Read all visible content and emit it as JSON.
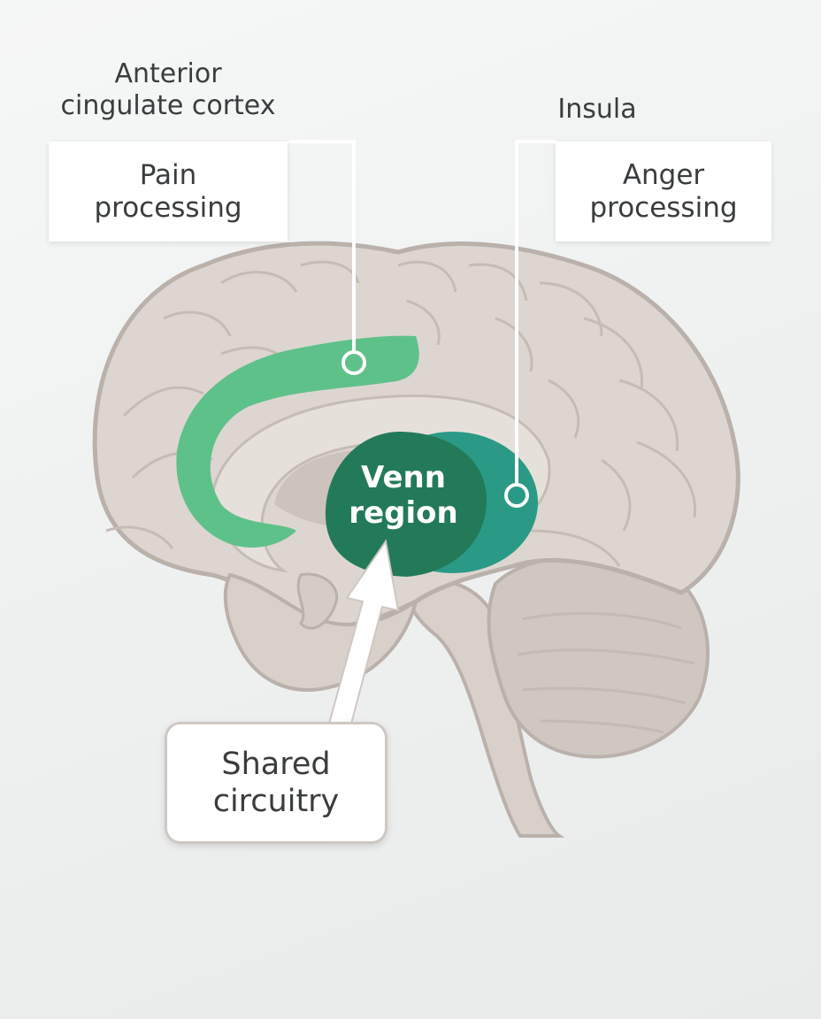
{
  "labels": {
    "acc_heading": "Anterior\ncingulate cortex",
    "insula_heading": "Insula",
    "pain_box": "Pain\nprocessing",
    "anger_box": "Anger\nprocessing",
    "venn": "Venn\nregion",
    "shared": "Shared\ncircuitry"
  },
  "colors": {
    "background": "#eef0f0",
    "brain_fill": "#ddd6d0",
    "brain_outline": "#b9b1aa",
    "acc_region": "#5fc18a",
    "insula_region": "#2a9a86",
    "overlap_region": "#237a58"
  }
}
